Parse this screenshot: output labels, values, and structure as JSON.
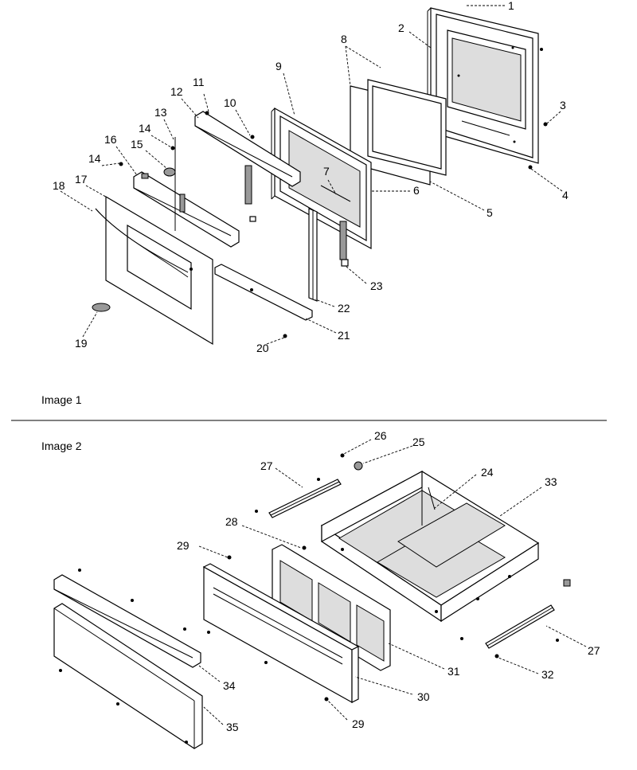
{
  "captions": {
    "image1": "Image 1",
    "image2": "Image 2"
  },
  "callouts": [
    {
      "id": "c1",
      "text": "1"
    },
    {
      "id": "c2",
      "text": "2"
    },
    {
      "id": "c3",
      "text": "3"
    },
    {
      "id": "c4",
      "text": "4"
    },
    {
      "id": "c5",
      "text": "5"
    },
    {
      "id": "c6",
      "text": "6"
    },
    {
      "id": "c7",
      "text": "7"
    },
    {
      "id": "c8",
      "text": "8"
    },
    {
      "id": "c9",
      "text": "9"
    },
    {
      "id": "c10",
      "text": "10"
    },
    {
      "id": "c11",
      "text": "11"
    },
    {
      "id": "c12",
      "text": "12"
    },
    {
      "id": "c13",
      "text": "13"
    },
    {
      "id": "c14a",
      "text": "14"
    },
    {
      "id": "c14b",
      "text": "14"
    },
    {
      "id": "c15",
      "text": "15"
    },
    {
      "id": "c16",
      "text": "16"
    },
    {
      "id": "c17",
      "text": "17"
    },
    {
      "id": "c18",
      "text": "18"
    },
    {
      "id": "c19",
      "text": "19"
    },
    {
      "id": "c20",
      "text": "20"
    },
    {
      "id": "c21",
      "text": "21"
    },
    {
      "id": "c22",
      "text": "22"
    },
    {
      "id": "c23",
      "text": "23"
    },
    {
      "id": "c24",
      "text": "24"
    },
    {
      "id": "c25",
      "text": "25"
    },
    {
      "id": "c26",
      "text": "26"
    },
    {
      "id": "c27a",
      "text": "27"
    },
    {
      "id": "c27b",
      "text": "27"
    },
    {
      "id": "c28",
      "text": "28"
    },
    {
      "id": "c29a",
      "text": "29"
    },
    {
      "id": "c29b",
      "text": "29"
    },
    {
      "id": "c30",
      "text": "30"
    },
    {
      "id": "c31",
      "text": "31"
    },
    {
      "id": "c32",
      "text": "32"
    },
    {
      "id": "c33",
      "text": "33"
    },
    {
      "id": "c34",
      "text": "34"
    },
    {
      "id": "c35",
      "text": "35"
    }
  ]
}
